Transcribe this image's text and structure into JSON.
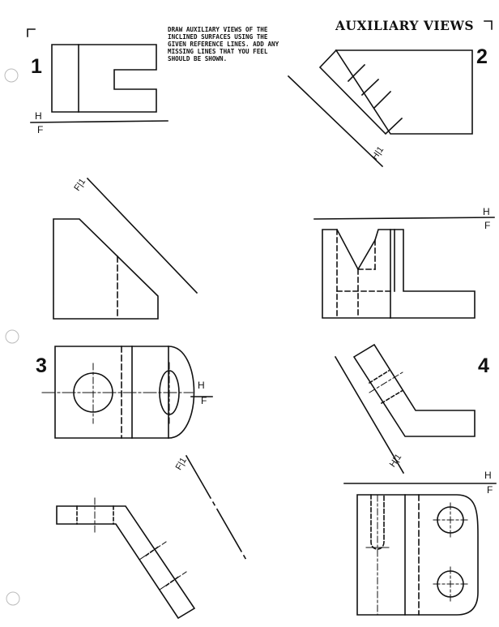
{
  "title": "AUXILIARY VIEWS",
  "instructions": [
    "DRAW AUXILIARY VIEWS OF THE",
    "INCLINED SURFACES USING THE",
    "GIVEN REFERENCE LINES. ADD ANY",
    "MISSING LINES THAT YOU FEEL",
    "SHOULD BE SHOWN."
  ],
  "problems": [
    {
      "number": "1",
      "ref_top": "H",
      "ref_bottom": "F",
      "aux_ref": "F|1"
    },
    {
      "number": "2",
      "ref_top": "H",
      "ref_bottom": "F",
      "aux_ref": "H|1"
    },
    {
      "number": "3",
      "ref_top": "H",
      "ref_bottom": "F",
      "aux_ref": "F|1"
    },
    {
      "number": "4",
      "ref_top": "H",
      "ref_bottom": "F",
      "aux_ref": "H|1"
    }
  ],
  "colors": {
    "ink": "#111111",
    "paper": "#ffffff",
    "hole": "#d8d8d8"
  }
}
